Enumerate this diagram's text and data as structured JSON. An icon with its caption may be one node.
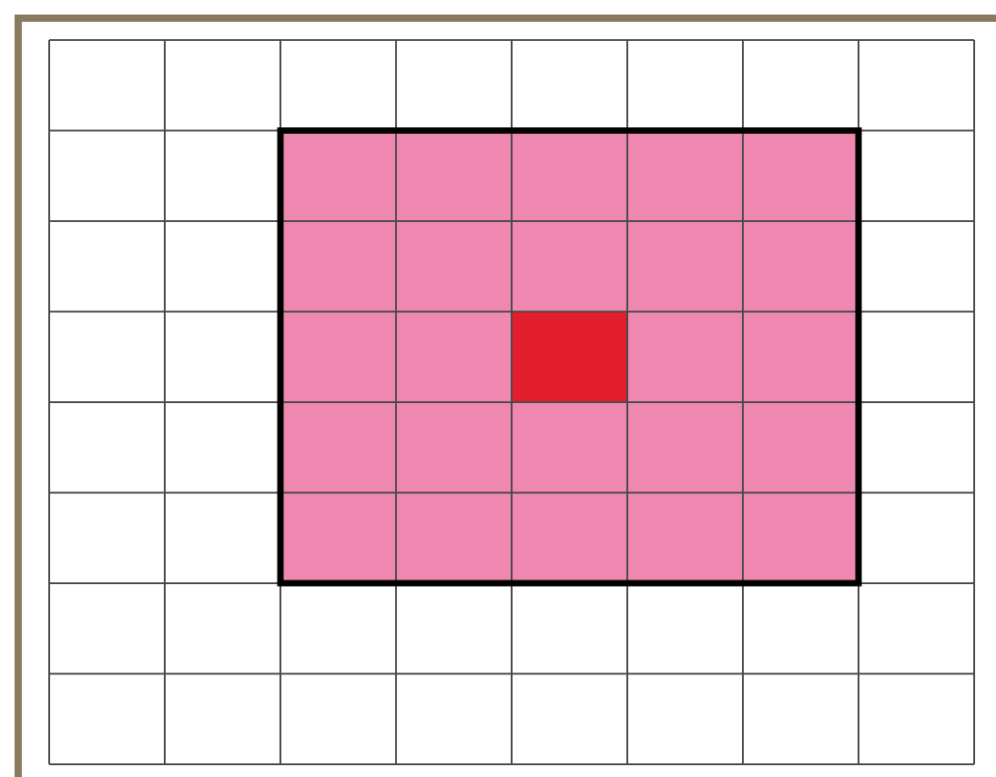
{
  "diagram": {
    "nodes": [
      {
        "text": [],
        "shape": "box"
      },
      {
        "text": [],
        "shape": "box",
        "in": 0
      },
      {
        "text": [],
        "shape": "box",
        "in": 1
      }
    ]
  }
}
